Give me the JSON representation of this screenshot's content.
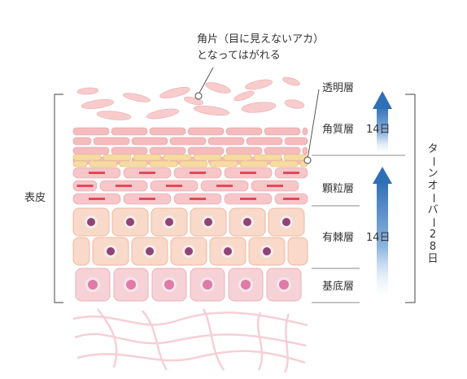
{
  "callout": {
    "line1": "角片（目に見えないアカ）",
    "line2": "となってはがれる"
  },
  "epidermis_label": "表皮",
  "layers": {
    "stratum_lucidum": "透明層",
    "stratum_corneum": "角質層",
    "stratum_granulosum": "顆粒層",
    "stratum_spinosum": "有棘層",
    "stratum_basale": "基底層"
  },
  "durations": {
    "upper": "14日",
    "lower": "14日"
  },
  "turnover": {
    "text": "ターンオーバー",
    "days": "28日"
  },
  "colors": {
    "flake": "#f8cccc",
    "corneum": "#f4bcbc",
    "lucidum": "#f6dba3",
    "granular_core": "#e04a5a",
    "spinous_cell": "#f9d9c9",
    "spinous_nucleus": "#8f4377",
    "basal_cell": "#f6d2d7",
    "basal_nucleus": "#e07aa8",
    "arrow": "#2f6fb6"
  }
}
